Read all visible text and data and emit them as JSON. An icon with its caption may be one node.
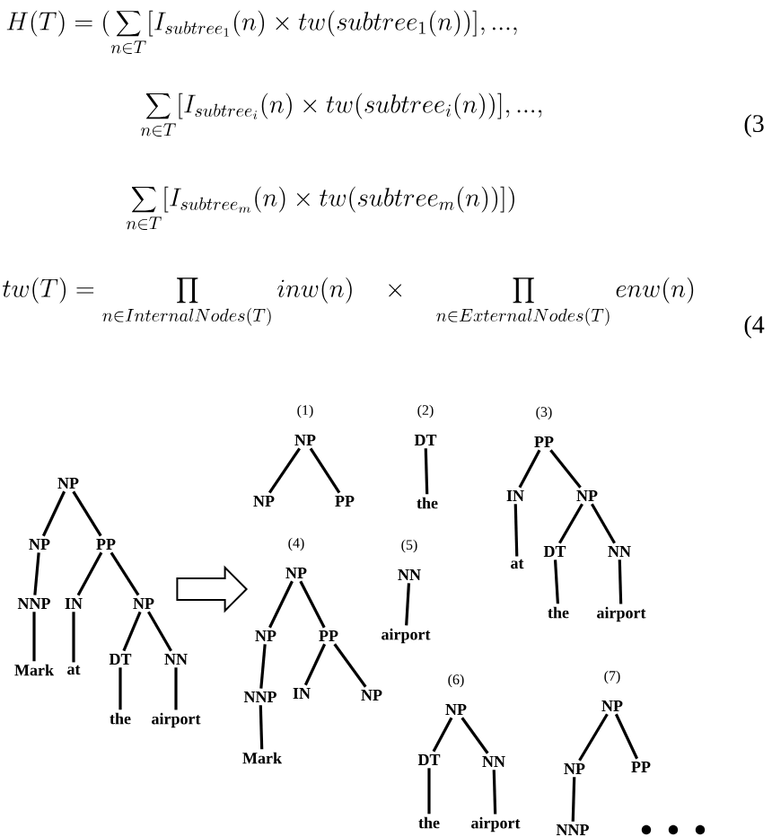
{
  "diagram": {
    "nodes": [
      {
        "text": [
          "NP"
        ]
      },
      {
        "text": [
          "NP"
        ]
      },
      {
        "text": [
          "PP"
        ]
      },
      {
        "text": [
          "NNP"
        ]
      },
      {
        "text": [
          "IN"
        ]
      },
      {
        "text": [
          "NP"
        ]
      },
      {
        "text": [
          "Mark"
        ]
      },
      {
        "text": [
          "at"
        ]
      },
      {
        "text": [
          "DT"
        ]
      },
      {
        "text": [
          "NN"
        ]
      },
      {
        "text": [
          "the"
        ]
      },
      {
        "text": [
          "airport"
        ]
      },
      {
        "text": [
          "NP"
        ],
        "beside": [
          "(1)"
        ]
      },
      {
        "text": [
          "NP"
        ]
      },
      {
        "text": [
          "PP"
        ]
      },
      {
        "text": [
          "DT"
        ],
        "beside": [
          "(2)"
        ]
      },
      {
        "text": [
          "the"
        ]
      },
      {
        "text": [
          "PP"
        ],
        "beside": [
          "(3)"
        ]
      },
      {
        "text": [
          "IN"
        ]
      },
      {
        "text": [
          "NP"
        ]
      },
      {
        "text": [
          "at"
        ]
      },
      {
        "text": [
          "DT"
        ]
      },
      {
        "text": [
          "NN"
        ]
      },
      {
        "text": [
          "the"
        ]
      },
      {
        "text": [
          "airport"
        ]
      },
      {
        "text": [
          "NP"
        ],
        "beside": [
          "(4)"
        ]
      },
      {
        "text": [
          "NP"
        ]
      },
      {
        "text": [
          "PP"
        ]
      },
      {
        "text": [
          "NNP"
        ]
      },
      {
        "text": [
          "IN"
        ]
      },
      {
        "text": [
          "NP"
        ]
      },
      {
        "text": [
          "Mark"
        ]
      },
      {
        "text": [
          "NN"
        ],
        "beside": [
          "(5)"
        ]
      },
      {
        "text": [
          "airport"
        ]
      },
      {
        "text": [
          "NP"
        ],
        "beside": [
          "(6)"
        ]
      },
      {
        "text": [
          "DT"
        ]
      },
      {
        "text": [
          "NN"
        ]
      },
      {
        "text": [
          "the"
        ]
      },
      {
        "text": [
          "airport"
        ]
      },
      {
        "text": [
          "NP"
        ],
        "beside": [
          "(7)"
        ]
      },
      {
        "text": [
          "NP"
        ]
      },
      {
        "text": [
          "PP"
        ]
      },
      {
        "text": [
          "NNP"
        ]
      }
    ],
    "edges": [
      {
        "from": 0,
        "to": 1,
        "arrow": "none"
      },
      {
        "from": 0,
        "to": 2,
        "arrow": "none"
      },
      {
        "from": 1,
        "to": 3,
        "arrow": "none"
      },
      {
        "from": 2,
        "to": 4,
        "arrow": "none"
      },
      {
        "from": 2,
        "to": 5,
        "arrow": "none"
      },
      {
        "from": 3,
        "to": 6,
        "arrow": "none"
      },
      {
        "from": 4,
        "to": 7,
        "arrow": "none"
      },
      {
        "from": 5,
        "to": 8,
        "arrow": "none"
      },
      {
        "from": 5,
        "to": 9,
        "arrow": "none"
      },
      {
        "from": 8,
        "to": 10,
        "arrow": "none"
      },
      {
        "from": 9,
        "to": 11,
        "arrow": "none"
      },
      {
        "from": 12,
        "to": 13,
        "arrow": "none"
      },
      {
        "from": 12,
        "to": 14,
        "arrow": "none"
      },
      {
        "from": 15,
        "to": 16,
        "arrow": "none"
      },
      {
        "from": 17,
        "to": 18,
        "arrow": "none"
      },
      {
        "from": 17,
        "to": 19,
        "arrow": "none"
      },
      {
        "from": 18,
        "to": 20,
        "arrow": "none"
      },
      {
        "from": 19,
        "to": 21,
        "arrow": "none"
      },
      {
        "from": 19,
        "to": 22,
        "arrow": "none"
      },
      {
        "from": 21,
        "to": 23,
        "arrow": "none"
      },
      {
        "from": 22,
        "to": 24,
        "arrow": "none"
      },
      {
        "from": 25,
        "to": 26,
        "arrow": "none"
      },
      {
        "from": 25,
        "to": 27,
        "arrow": "none"
      },
      {
        "from": 26,
        "to": 28,
        "arrow": "none"
      },
      {
        "from": 27,
        "to": 29,
        "arrow": "none"
      },
      {
        "from": 27,
        "to": 30,
        "arrow": "none"
      },
      {
        "from": 28,
        "to": 31,
        "arrow": "none"
      },
      {
        "from": 32,
        "to": 33,
        "arrow": "none"
      },
      {
        "from": 34,
        "to": 35,
        "arrow": "none"
      },
      {
        "from": 34,
        "to": 36,
        "arrow": "none"
      },
      {
        "from": 35,
        "to": 37,
        "arrow": "none"
      },
      {
        "from": 36,
        "to": 38,
        "arrow": "none"
      },
      {
        "from": 39,
        "to": 40,
        "arrow": "none"
      },
      {
        "from": 39,
        "to": 41,
        "arrow": "none"
      },
      {
        "from": 40,
        "to": 42,
        "arrow": "none"
      },
      {
        "from": 5,
        "to": 26,
        "arrow": "to"
      }
    ],
    "labels": [
      "H(T) = (\\sum_{n\\in T}[I_{subtree_1}(n)\\times tw(subtree_1(n))],...,",
      "\\sum_{n\\in T}[I_{subtree_i}(n)\\times tw(subtree_i(n))],...,",
      "(3",
      "\\sum_{n\\in T}[I_{subtree_m}(n)\\times tw(subtree_m(n))])",
      "tw(T) = \\prod_{n\\in InternalNodes(T)} inw(n) \\quad\\times\\quad \\prod_{n\\in ExternalNodes(T)} enw(n)",
      "(4"
    ]
  }
}
